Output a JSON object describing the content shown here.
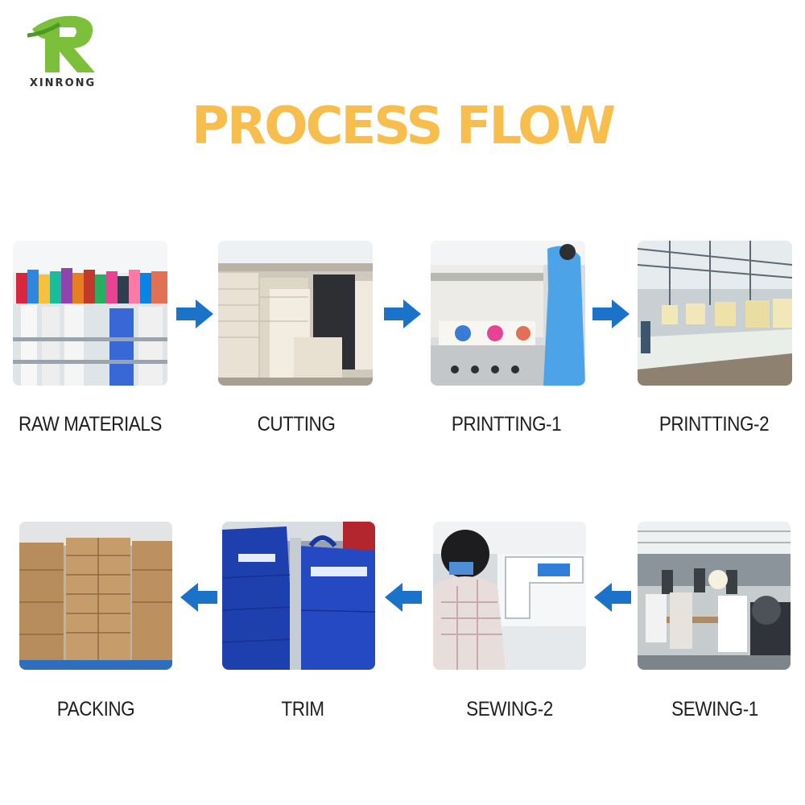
{
  "brand": {
    "name": "XINRONG",
    "primary_color": "#7bbf3a",
    "accent_color": "#f7be4d",
    "arrow_color": "#1a73c8"
  },
  "title": "PROCESS FLOW",
  "steps": [
    {
      "label": "RAW MATERIALS",
      "photo": "fabric-rolls-photo"
    },
    {
      "label": "CUTTING",
      "photo": "cut-fabric-stacks-photo"
    },
    {
      "label": "PRINTTING-1",
      "photo": "printing-machine-photo"
    },
    {
      "label": "PRINTTING-2",
      "photo": "printing-line-photo"
    },
    {
      "label": "SEWING-1",
      "photo": "sewing-workshop-photo"
    },
    {
      "label": "SEWING-2",
      "photo": "sewing-machine-photo"
    },
    {
      "label": "TRIM",
      "photo": "blue-bags-photo"
    },
    {
      "label": "PACKING",
      "photo": "cartons-warehouse-photo"
    }
  ],
  "arrows": [
    {
      "from": "RAW MATERIALS",
      "to": "CUTTING",
      "direction": "right"
    },
    {
      "from": "CUTTING",
      "to": "PRINTTING-1",
      "direction": "right"
    },
    {
      "from": "PRINTTING-1",
      "to": "PRINTTING-2",
      "direction": "right"
    },
    {
      "from": "SEWING-1",
      "to": "SEWING-2",
      "direction": "left"
    },
    {
      "from": "SEWING-2",
      "to": "TRIM",
      "direction": "left"
    },
    {
      "from": "TRIM",
      "to": "PACKING",
      "direction": "left"
    }
  ]
}
